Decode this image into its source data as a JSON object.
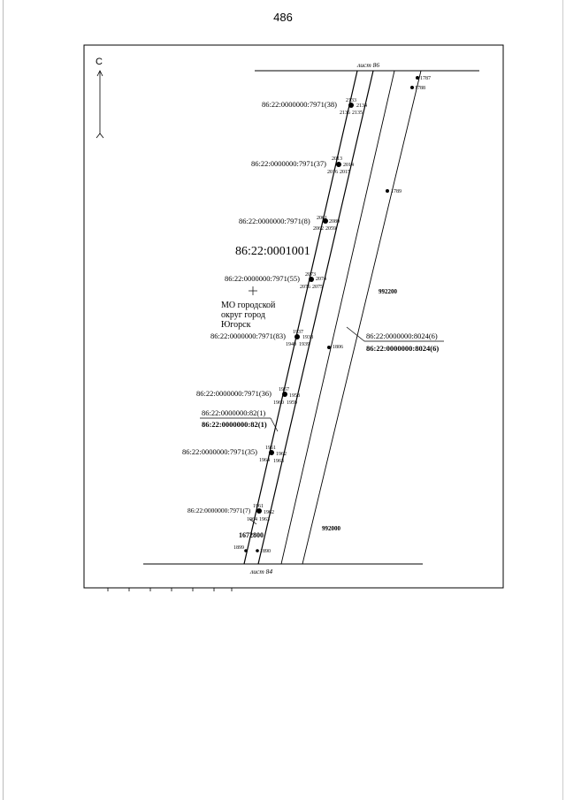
{
  "page": {
    "number": "486"
  },
  "map": {
    "north_label": "С",
    "sheet_top": "лист 86",
    "sheet_bottom": "лист 84",
    "quarter_number": "86:22:0001001",
    "municipality": [
      "МО городской",
      "округ город",
      "Югорск"
    ],
    "parcel_labels": [
      "86:22:0000000:7971(38)",
      "86:22:0000000:7971(37)",
      "86:22:0000000:7971(8)",
      "86:22:0000000:7971(55)",
      "86:22:0000000:7971(83)",
      "86:22:0000000:7971(36)",
      "86:22:0000000:7971(35)",
      "86:22:0000000:7971(7)"
    ],
    "parcel_82": {
      "top": "86:22:0000000:82(1)",
      "bottom": "86:22:0000000:82(1)"
    },
    "parcel_8024": {
      "top": "86:22:0000000:8024(6)",
      "bottom": "86:22:0000000:8024(6)"
    },
    "region_codes": [
      "992200",
      "992000"
    ],
    "point_label_1672800": "1672800",
    "point_numbers": {
      "p1787": "1787",
      "p1788": "1788",
      "p1789": "1789",
      "p1806": "1806",
      "p2133": "2133",
      "p2134": "2134",
      "p2136": "2136",
      "p2135": "2135",
      "p2013": "2013",
      "p2014": "2014",
      "p2016": "2016",
      "p2015": "2015",
      "p2061": "2061",
      "p2080": "2080",
      "p2062": "2062",
      "p2059": "2059",
      "p2073": "2073",
      "p2074": "2074",
      "p2076": "2076",
      "p2075": "2075",
      "p1937": "1937",
      "p1938": "1938",
      "p1940": "1940",
      "p1939": "1939",
      "p1957": "1957",
      "p1958": "1958",
      "p1960": "1960",
      "p1959": "1959",
      "p1961a": "1961",
      "p1962a": "1962",
      "p1964a": "1964",
      "p1963a": "1963",
      "p1961b": "1961",
      "p1962b": "1962",
      "p1964b": "1964",
      "p1963b": "1963",
      "p1899": "1899",
      "p1890": "1890"
    }
  }
}
